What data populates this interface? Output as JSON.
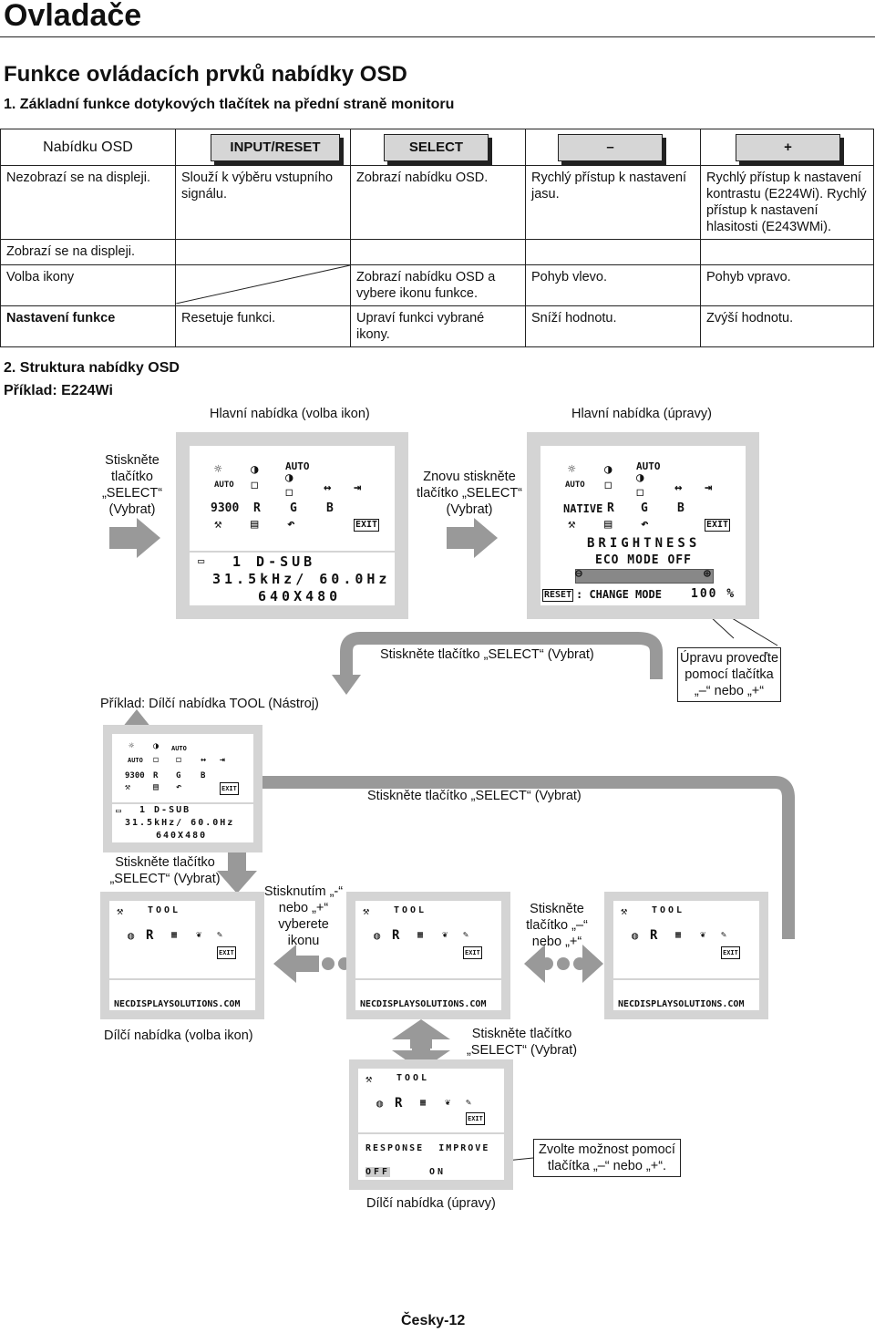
{
  "title": "Ovladače",
  "heading": "Funkce ovládacích prvků nabídky OSD",
  "section1": "1. Základní funkce dotykových tlačítek na přední straně monitoru",
  "table": {
    "col0_header": "Nabídku OSD",
    "buttons": [
      "INPUT/RESET",
      "SELECT",
      "–",
      "+"
    ],
    "rows": [
      {
        "label": "Nezobrazí se na displeji.",
        "c1": "Slouží k výběru vstupního signálu.",
        "c2": "Zobrazí nabídku OSD.",
        "c3": "Rychlý přístup k nastavení jasu.",
        "c4": "Rychlý přístup k nastavení kontrastu (E224Wi). Rychlý přístup k nastavení hlasitosti (E243WMi)."
      },
      {
        "label": "Zobrazí se na displeji.",
        "c1": "",
        "c2": "",
        "c3": "",
        "c4": ""
      },
      {
        "label": "Volba ikony",
        "c1": "",
        "c2": "Zobrazí nabídku OSD a vybere ikonu funkce.",
        "c3": "Pohyb vlevo.",
        "c4": "Pohyb vpravo."
      },
      {
        "label": "Nastavení funkce",
        "c1": "Resetuje funkci.",
        "c2": "Upraví funkci vybrané ikony.",
        "c3": "Sníží hodnotu.",
        "c4": "Zvýší hodnotu."
      }
    ]
  },
  "section2": "2. Struktura nabídky OSD",
  "example": "Příklad: E224Wi",
  "labels": {
    "main_select": "Hlavní nabídka (volba ikon)",
    "main_adjust": "Hlavní nabídka (úpravy)",
    "press_select_1": "Stiskněte tlačítko „SELECT“ (Vybrat)",
    "press_again": "Znovu stiskněte tlačítko „SELECT“ (Vybrat)",
    "press_select_top": "Stiskněte tlačítko „SELECT“ (Vybrat)",
    "adjust_box": "Úpravu proveďte pomocí tlačítka „–“ nebo „+“",
    "tool_example": "Příklad: Dílčí nabídka TOOL (Nástroj)",
    "press_select_mid": "Stiskněte tlačítko „SELECT“ (Vybrat)",
    "press_select_left": "Stiskněte tlačítko „SELECT“ (Vybrat)",
    "press_minus_plus_select": "Stisknutím „-“ nebo „+“ vyberete ikonu",
    "press_minus_plus": "Stiskněte tlačítko „–“ nebo „+“",
    "sub_select": "Dílčí nabídka (volba ikon)",
    "press_select_bottom": "Stiskněte tlačítko „SELECT“ (Vybrat)",
    "choose_box": "Zvolte možnost pomocí tlačítka „–“ nebo „+“.",
    "sub_adjust": "Dílčí nabídka (úpravy)"
  },
  "osd": {
    "auto": "AUTO",
    "preset_9300": "9300",
    "preset_native": "NATIVE",
    "r": "R",
    "g": "G",
    "b": "B",
    "exit": "EXIT",
    "input": "1 D-SUB",
    "freq": "31.5kHz/ 60.0Hz",
    "res": "640X480",
    "brightness": "BRIGHTNESS",
    "eco": "ECO MODE OFF",
    "reset": "RESET",
    "change_mode": ": CHANGE MODE",
    "percent": "100 %",
    "tool": "TOOL",
    "site": "NECDISPLAYSOLUTIONS.COM",
    "response": "RESPONSE  IMPROVE",
    "off": "OFF",
    "on": "ON"
  },
  "footer": "Česky-12"
}
